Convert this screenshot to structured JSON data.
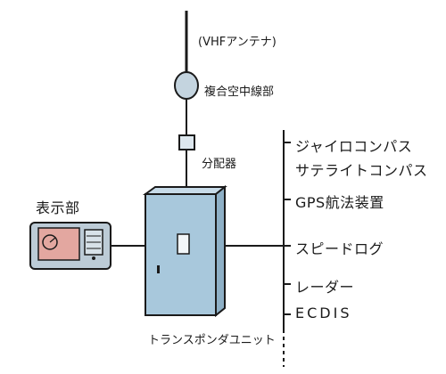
{
  "diagram": {
    "antenna_label": "(VHFアンテナ)",
    "coupler_label": "複合空中線部",
    "splitter_label": "分配器",
    "display_label": "表示部",
    "transponder_label": "トランスポンダユニット",
    "connected_devices": [
      "ジャイロコンパス",
      "サテライトコンパス",
      "GPS航法装置",
      "スピードログ",
      "レーダー",
      "ECDIS"
    ],
    "colors": {
      "ink": "#1a1a1a",
      "unit_fill": "#a8c8dc",
      "screen_fill": "#e3a7a0",
      "coupler_fill": "#c4d4df",
      "display_body": "#bccbd6"
    }
  }
}
